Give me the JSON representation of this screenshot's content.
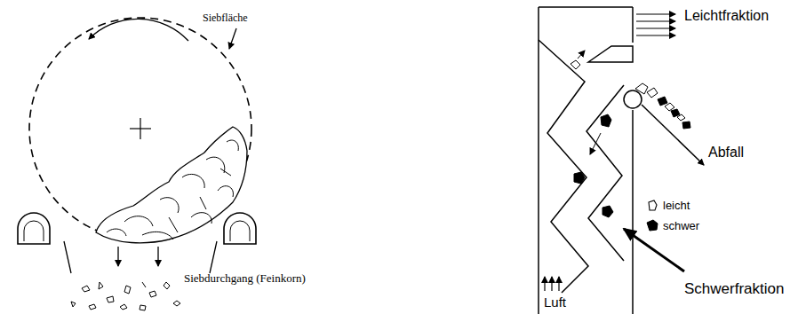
{
  "diagram": {
    "labels": [
      "Siebfläche",
      "Siebdurchgang (Feinkorn)",
      "Leichtfraktion",
      "Abfall",
      "leicht",
      "schwer",
      "Luft",
      "Schwerfraktion"
    ]
  }
}
